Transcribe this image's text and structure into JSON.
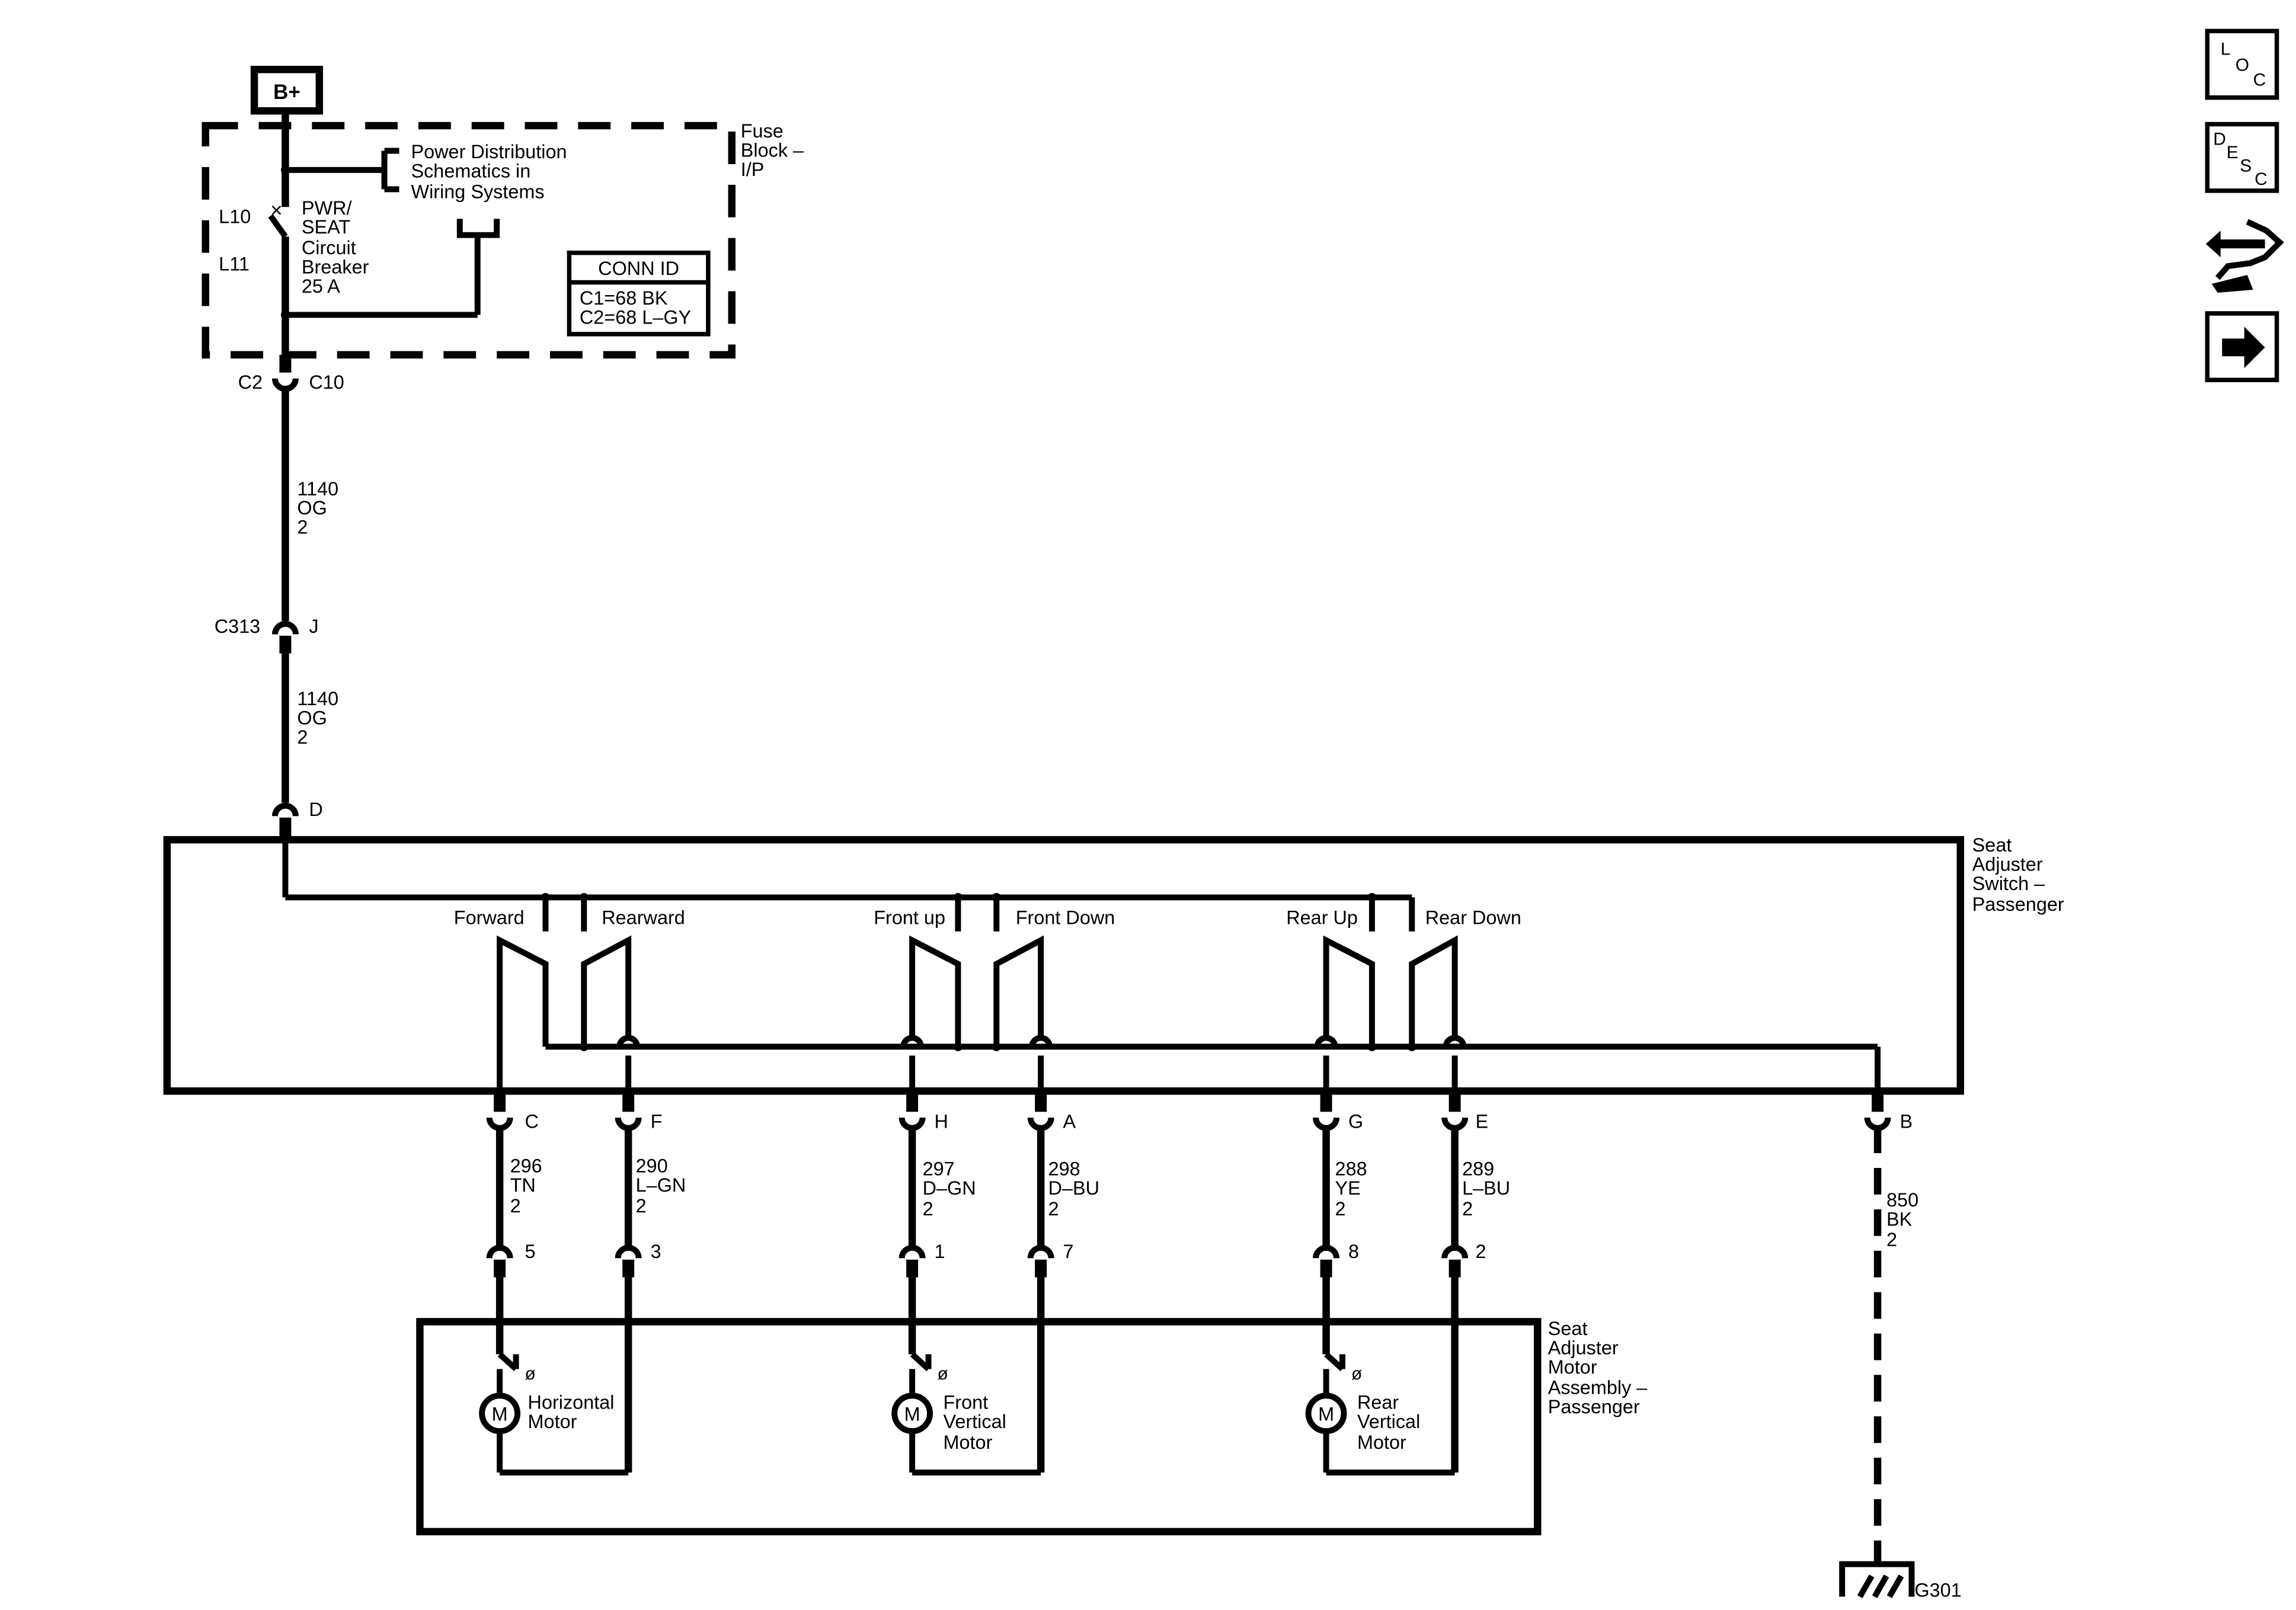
{
  "power_source": "B+",
  "fuse_block": {
    "name_lines": [
      "Fuse",
      "Block –",
      "I/P"
    ],
    "ref_lines": [
      "Power Distribution",
      "Schematics in",
      "Wiring Systems"
    ],
    "pins": [
      "L10",
      "L11"
    ],
    "breaker_lines": [
      "PWR/",
      "SEAT",
      "Circuit",
      "Breaker",
      "25 A"
    ],
    "conn_id": {
      "header": "CONN ID",
      "rows": [
        "C1=68 BK",
        "C2=68 L–GY"
      ]
    },
    "out_connector": {
      "left": "C2",
      "right": "C10"
    }
  },
  "wire_upper": [
    "1140",
    "OG",
    "2"
  ],
  "inline_connector": {
    "name": "C313",
    "pin": "J"
  },
  "wire_lower": [
    "1140",
    "OG",
    "2"
  ],
  "switch_input_pin": "D",
  "seat_switch": {
    "name_lines": [
      "Seat",
      "Adjuster",
      "Switch –",
      "Passenger"
    ],
    "contacts": [
      "Forward",
      "Rearward",
      "Front up",
      "Front Down",
      "Rear Up",
      "Rear Down"
    ],
    "ground_pin": "B"
  },
  "switch_pins": [
    "C",
    "F",
    "H",
    "A",
    "G",
    "E"
  ],
  "circuits": [
    {
      "number": "296",
      "color": "TN",
      "size": "2"
    },
    {
      "number": "290",
      "color": "L–GN",
      "size": "2"
    },
    {
      "number": "297",
      "color": "D–GN",
      "size": "2"
    },
    {
      "number": "298",
      "color": "D–BU",
      "size": "2"
    },
    {
      "number": "288",
      "color": "YE",
      "size": "2"
    },
    {
      "number": "289",
      "color": "L–BU",
      "size": "2"
    }
  ],
  "motor_pins": [
    "5",
    "3",
    "1",
    "7",
    "8",
    "2"
  ],
  "ground_wire": [
    "850",
    "BK",
    "2"
  ],
  "motor_assembly": {
    "name_lines": [
      "Seat",
      "Adjuster",
      "Motor",
      "Assembly –",
      "Passenger"
    ],
    "motor_symbol": "M",
    "motors": [
      {
        "lines": [
          "Horizontal",
          "Motor"
        ]
      },
      {
        "lines": [
          "Front",
          "Vertical",
          "Motor"
        ]
      },
      {
        "lines": [
          "Rear",
          "Vertical",
          "Motor"
        ]
      }
    ]
  },
  "ground_point": "G301",
  "side_buttons": {
    "loc": [
      "L",
      "O",
      "C"
    ],
    "desc": [
      "D",
      "E",
      "S",
      "C"
    ]
  }
}
